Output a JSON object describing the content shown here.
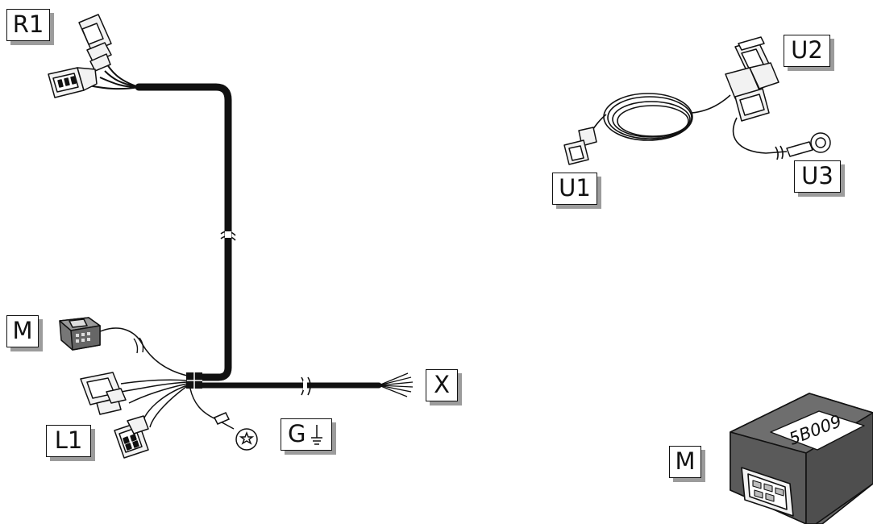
{
  "labels": {
    "r1": "R1",
    "m_left": "M",
    "l1": "L1",
    "g": "G",
    "x": "X",
    "u1": "U1",
    "u2": "U2",
    "u3": "U3",
    "m_right": "M"
  },
  "module_marking": "5B009",
  "icons": {
    "ground": "ground-icon"
  },
  "colors": {
    "line": "#111111",
    "label_shadow": "#9c9c9c",
    "module_body": "#5a5a5a",
    "connector_fill": "#f2f2f2"
  }
}
